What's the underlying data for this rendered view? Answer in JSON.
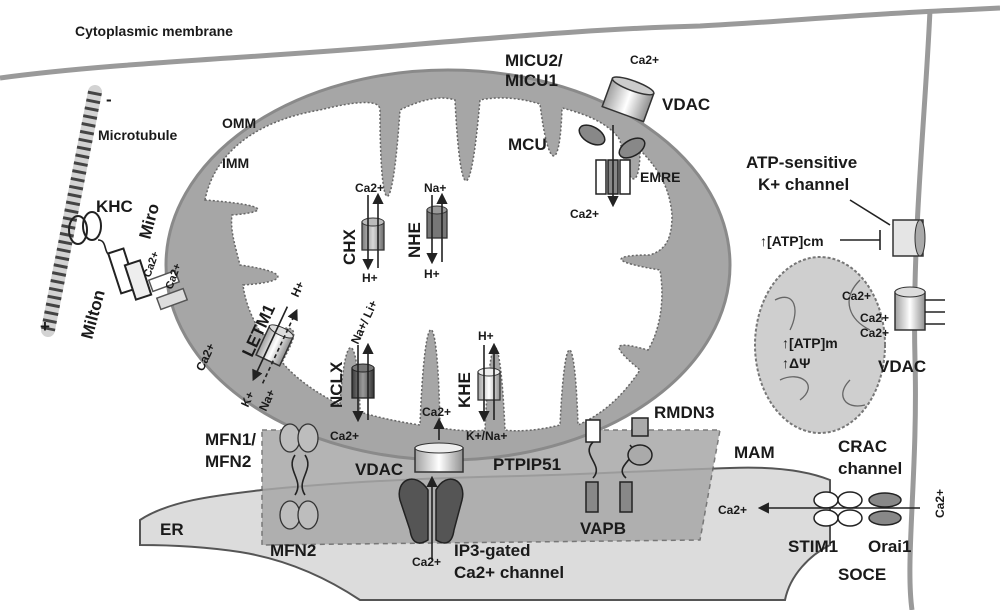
{
  "labels": {
    "cytoplasmic_membrane": "Cytoplasmic membrane",
    "microtubule": "Microtubule",
    "minus": "-",
    "plus": "+",
    "omm": "OMM",
    "imm": "IMM",
    "khc": "KHC",
    "miro": "Miro",
    "milton": "Milton",
    "miro_ca_a": "Ca2+",
    "miro_ca_b": "Ca2+",
    "micu": "MICU2/\nMICU1",
    "mcu": "MCU",
    "emre": "EMRE",
    "vdac_top": "VDAC",
    "mcu_ca_top": "Ca2+",
    "mcu_ca_bottom": "Ca2+",
    "chx": "CHX",
    "chx_ca": "Ca2+",
    "chx_h": "H+",
    "nhe": "NHE",
    "nhe_na": "Na+",
    "nhe_h": "H+",
    "letm1": "LETM1",
    "letm1_h": "H+",
    "letm1_ca": "Ca2+",
    "letm1_k": "K+",
    "letm1_na": "Na+",
    "nclx": "NCLX",
    "nclx_na_li": "Na+/ Li+",
    "nclx_ca": "Ca2+",
    "khe": "KHE",
    "khe_h": "H+",
    "khe_k_na": "K+/Na+",
    "vdac_mam": "VDAC",
    "vdac_mam_ca": "Ca2+",
    "mfn12": "MFN1/\nMFN2",
    "mfn2": "MFN2",
    "er": "ER",
    "ip3_ca": "Ca2+",
    "ip3": "IP3-gated\nCa2+ channel",
    "ptpip51": "PTPIP51",
    "rmdn3": "RMDN3",
    "mam": "MAM",
    "vapb": "VAPB",
    "atp_k": "ATP-sensitive\nK+ channel",
    "atp_cm": "↑[ATP]cm",
    "atp_m": "↑[ATP]m",
    "dpsi": "↑ΔΨ",
    "small_ca_1": "Ca2+",
    "small_ca_2": "Ca2+",
    "small_ca_3": "Ca2+",
    "vdac_right": "VDAC",
    "crac": "CRAC\nchannel",
    "crac_ca": "Ca2+",
    "er_ca": "Ca2+",
    "stim1": "STIM1",
    "orai1": "Orai1",
    "soce": "SOCE"
  }
}
